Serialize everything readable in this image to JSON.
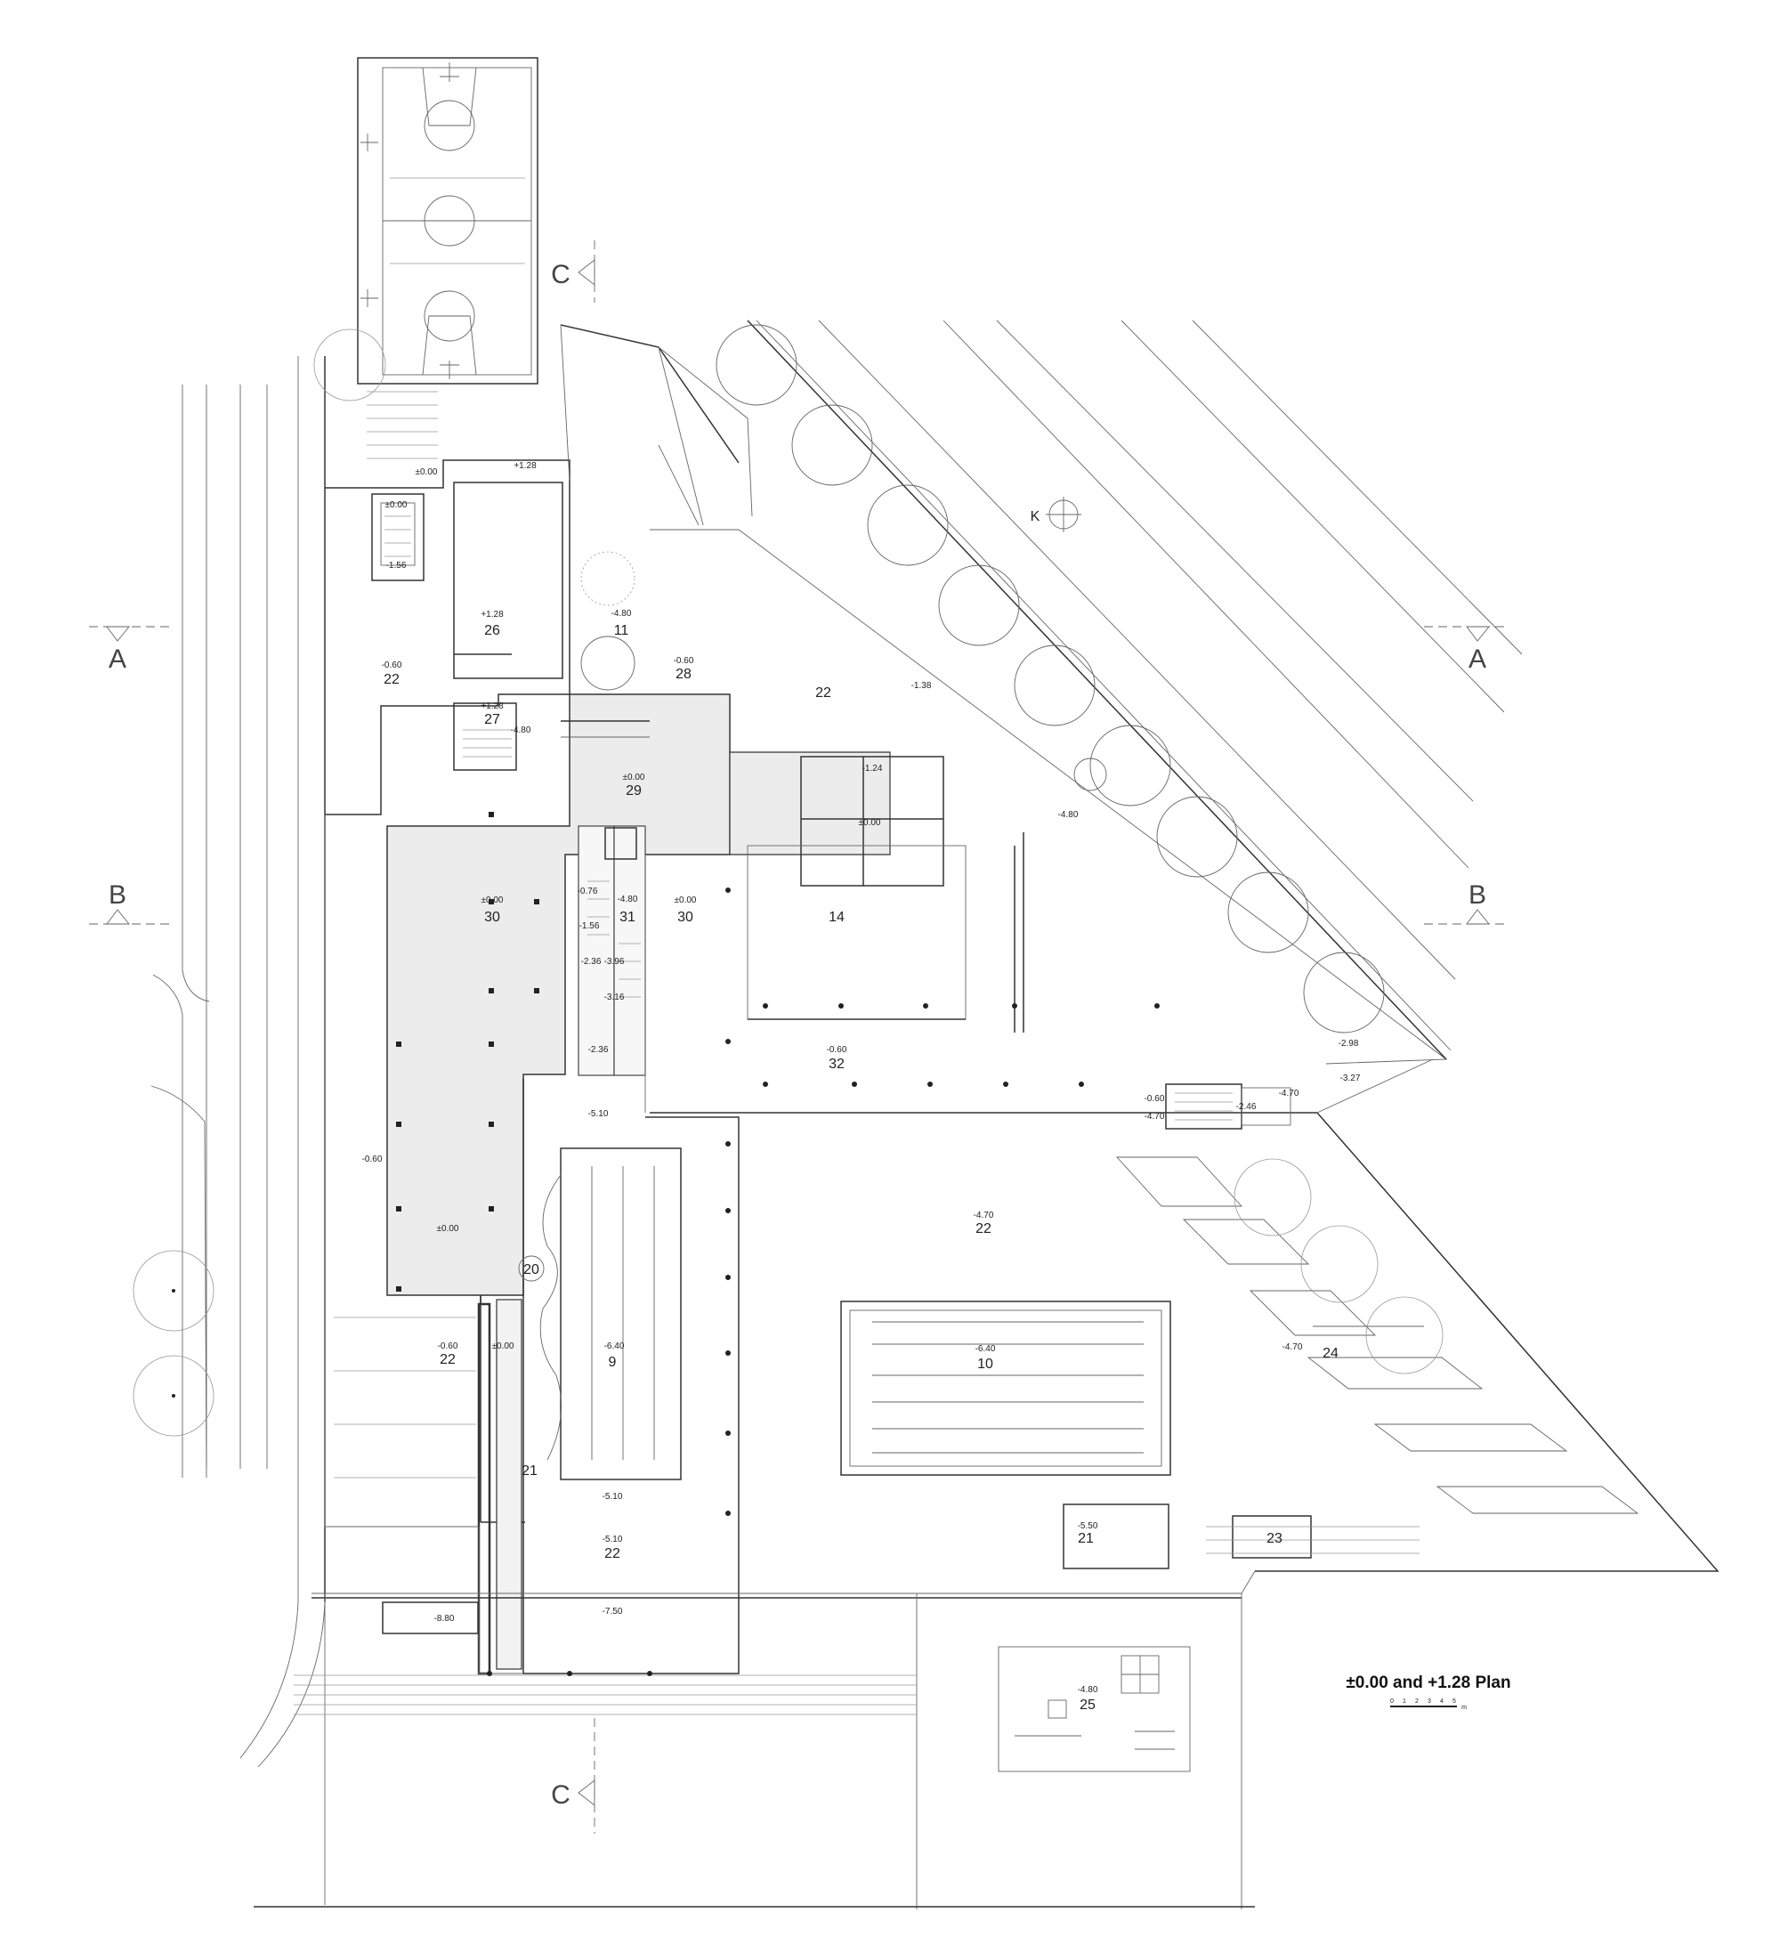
{
  "title": "±0.00 and +1.28 Plan",
  "scale_bar": {
    "ticks": [
      "0",
      "1",
      "2",
      "3",
      "4",
      "5"
    ],
    "unit": "m"
  },
  "section_marks": {
    "a": "A",
    "b": "B",
    "c": "C"
  },
  "north_mark": "K",
  "room_numbers": {
    "r26": "26",
    "r27": "27",
    "r11": "11",
    "r28": "28",
    "r29": "29",
    "r30a": "30",
    "r30b": "30",
    "r31": "31",
    "r14": "14",
    "r32": "32",
    "r22_courtyard": "22",
    "r22_west": "22",
    "r22_south": "22",
    "r22_pool": "22",
    "r22_east": "22",
    "r20": "20",
    "r21a": "21",
    "r21b": "21",
    "r9": "9",
    "r10": "10",
    "r24": "24",
    "r23": "23",
    "r25": "25"
  },
  "levels": {
    "l_pm000_top": "±0.00",
    "l_p128_top": "+1.28",
    "l_pm000_stair": "±0.00",
    "l_m156": "-1.56",
    "l_p128_26": "+1.28",
    "l_m480_11": "-4.80",
    "l_m060_22": "-0.60",
    "l_m060_28": "-0.60",
    "l_p128_27": "+1.28",
    "l_m480_27": "-4.80",
    "l_pm000_29": "±0.00",
    "l_m138": "-1.38",
    "l_m124": "-1.24",
    "l_pm000_wc": "±0.00",
    "l_m480_tree": "-4.80",
    "l_pm000_30a": "±0.00",
    "l_m076": "-0.76",
    "l_m156b": "-1.56",
    "l_m480_31": "-4.80",
    "l_m236a": "-2.36",
    "l_m396": "-3.96",
    "l_m316": "-3.16",
    "l_m236b": "-2.36",
    "l_pm000_30b": "±0.00",
    "l_m060_32": "-0.60",
    "l_m298": "-2.98",
    "l_m327": "-3.27",
    "l_m060_st": "-0.60",
    "l_m470_st": "-4.70",
    "l_m246": "-2.46",
    "l_m470_e": "-4.70",
    "l_m510_top": "-5.10",
    "l_m060_w": "-0.60",
    "l_pm000_bot": "±0.00",
    "l_m470_pool": "-4.70",
    "l_m060_s": "-0.60",
    "l_pm000_s": "±0.00",
    "l_m640_9": "-6.40",
    "l_m640_10": "-6.40",
    "l_m470_24": "-4.70",
    "l_m510_bot": "-5.10",
    "l_m510_edge": "-5.10",
    "l_m550": "-5.50",
    "l_m880": "-8.80",
    "l_m750": "-7.50",
    "l_m480_25": "-4.80"
  }
}
